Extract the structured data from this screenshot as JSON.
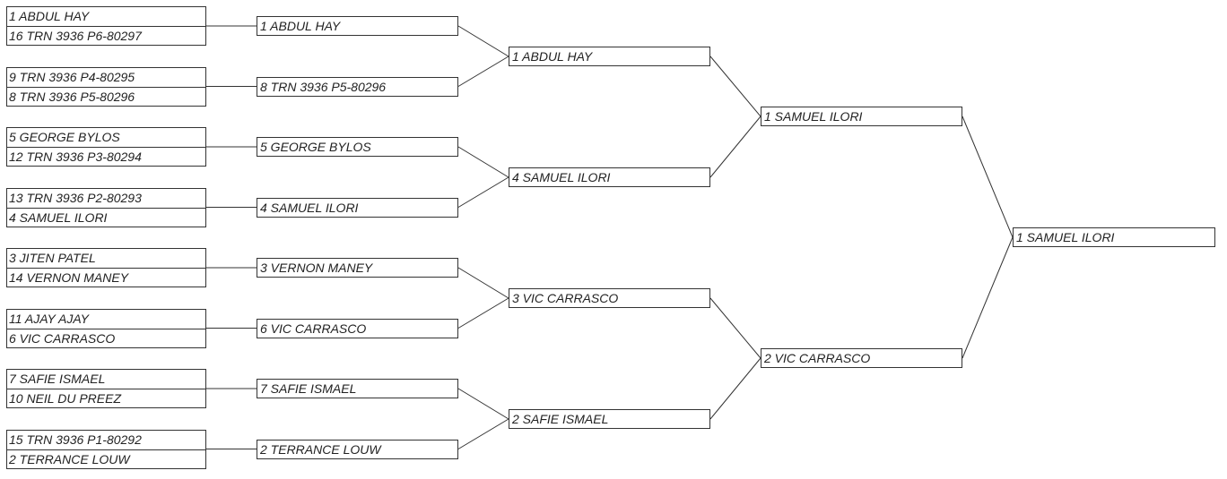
{
  "round1": [
    [
      "1 ABDUL HAY",
      "16 TRN 3936 P6-80297"
    ],
    [
      "9 TRN 3936 P4-80295",
      "8 TRN 3936 P5-80296"
    ],
    [
      "5 GEORGE BYLOS",
      "12 TRN 3936 P3-80294"
    ],
    [
      "13 TRN 3936 P2-80293",
      "4 SAMUEL ILORI"
    ],
    [
      "3 JITEN PATEL",
      "14 VERNON MANEY"
    ],
    [
      "11 AJAY AJAY",
      "6 VIC CARRASCO"
    ],
    [
      "7 SAFIE ISMAEL",
      "10 NEIL DU PREEZ"
    ],
    [
      "15 TRN 3936 P1-80292",
      "2 TERRANCE LOUW"
    ]
  ],
  "round2": [
    "1 ABDUL HAY",
    "8 TRN 3936 P5-80296",
    "5 GEORGE BYLOS",
    "4 SAMUEL ILORI",
    "3 VERNON MANEY",
    "6 VIC CARRASCO",
    "7 SAFIE ISMAEL",
    "2 TERRANCE LOUW"
  ],
  "round3": [
    "1 ABDUL HAY",
    "4 SAMUEL ILORI",
    "3 VIC CARRASCO",
    "2 SAFIE ISMAEL"
  ],
  "round4": [
    "1 SAMUEL ILORI",
    "2 VIC CARRASCO"
  ],
  "champion": "1 SAMUEL ILORI",
  "colors": {
    "line": "#333333",
    "text": "#222222",
    "background": "#ffffff"
  }
}
